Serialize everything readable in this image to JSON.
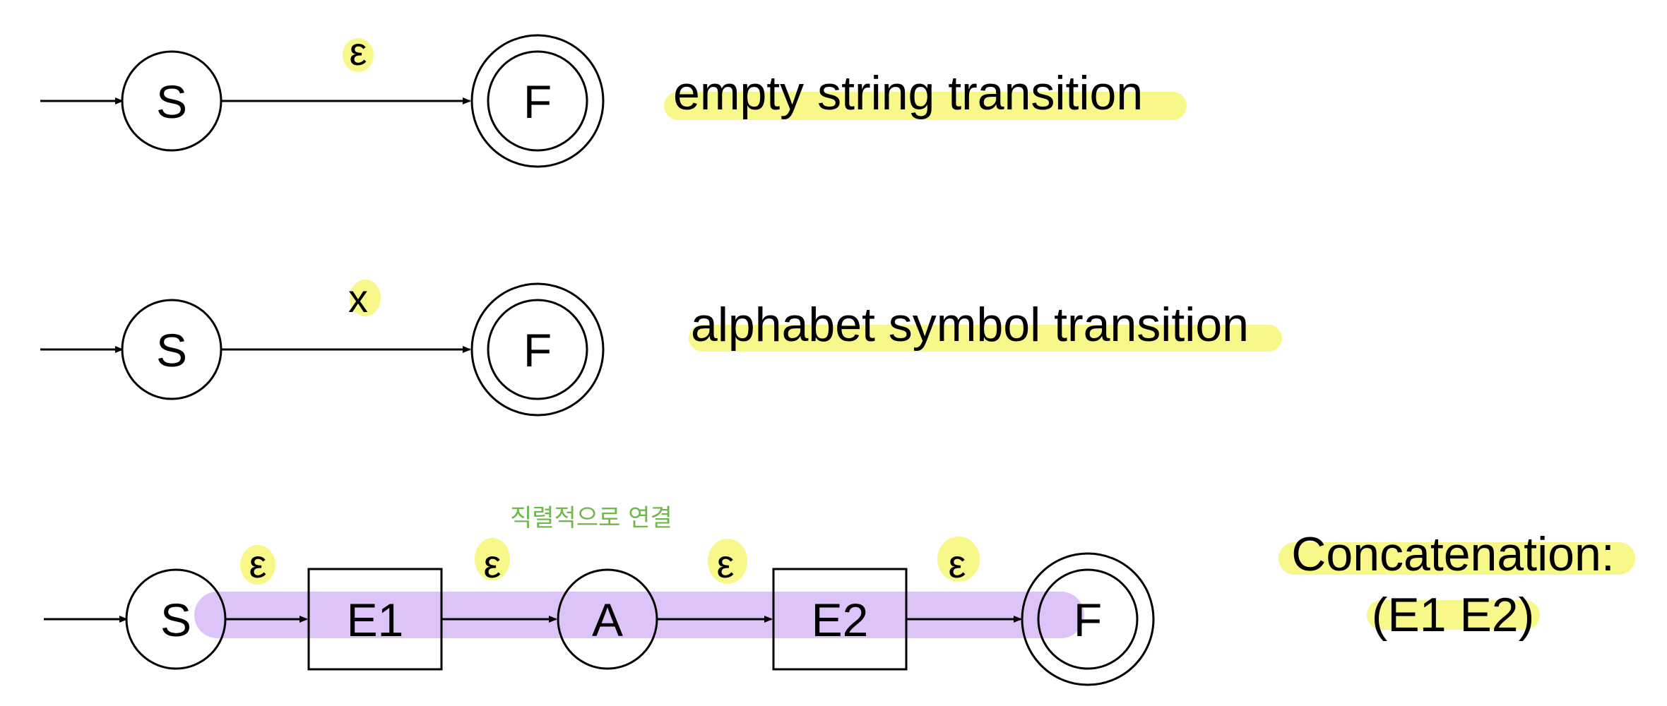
{
  "colors": {
    "highlight_yellow": "#f8f88a",
    "highlight_purple": "#dcc4f8",
    "note_green": "#6fb84a",
    "ink": "#000000"
  },
  "row1": {
    "start_state": "S",
    "final_state": "F",
    "edge_label": "ε",
    "description": "empty string transition"
  },
  "row2": {
    "start_state": "S",
    "final_state": "F",
    "edge_label": "x",
    "description": "alphabet symbol transition"
  },
  "row3": {
    "start_state": "S",
    "box1": "E1",
    "mid_state": "A",
    "box2": "E2",
    "final_state": "F",
    "edge_labels": [
      "ε",
      "ε",
      "ε",
      "ε"
    ],
    "handwritten_note": "직렬적으로 연결",
    "description_line1": "Concatenation:",
    "description_line2": "(E1 E2)"
  }
}
